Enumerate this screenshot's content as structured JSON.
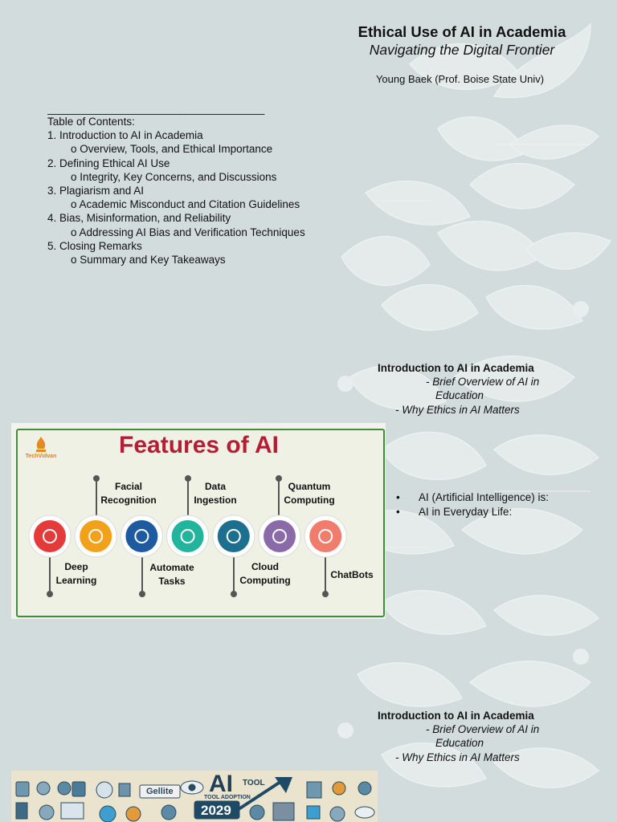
{
  "header": {
    "title": "Ethical Use of AI in Academia",
    "subtitle": "Navigating the Digital Frontier",
    "author": "Young Baek (Prof. Boise State Univ)"
  },
  "toc": {
    "rule": "____________________________________",
    "heading": "Table of Contents:",
    "items": [
      {
        "label": "1.  Introduction to AI in Academia",
        "sub": "o Overview, Tools, and Ethical Importance"
      },
      {
        "label": "2.  Defining Ethical AI Use",
        "sub": "o Integrity, Key Concerns, and Discussions"
      },
      {
        "label": "3.  Plagiarism and AI",
        "sub": "o Academic Misconduct and Citation Guidelines"
      },
      {
        "label": "4.  Bias, Misinformation, and Reliability",
        "sub": "o Addressing AI Bias and Verification Techniques"
      },
      {
        "label": "5. Closing Remarks",
        "sub": "o Summary and Key Takeaways"
      }
    ]
  },
  "intro": {
    "heading": "Introduction to AI in Academia",
    "line1": "- Brief Overview of AI in",
    "line2": "Education",
    "line3": "- Why Ethics in AI Matters"
  },
  "bullets": [
    "AI (Artificial Intelligence) is:",
    "AI in Everyday Life:"
  ],
  "features": {
    "title": "Features of AI",
    "logo_text": "TechVidvan",
    "top_labels": [
      [
        "Facial",
        "Recognition"
      ],
      [
        "Data",
        "Ingestion"
      ],
      [
        "Quantum",
        "Computing"
      ]
    ],
    "bottom_labels": [
      [
        "Deep",
        "Learning"
      ],
      [
        "Automate",
        "Tasks"
      ],
      [
        "Cloud",
        "Computing"
      ],
      [
        "ChatBots",
        ""
      ]
    ],
    "icon_colors": [
      "#e43a3a",
      "#f1a21a",
      "#1e5aa0",
      "#22b49d",
      "#1c6f8e",
      "#8a6aa8",
      "#f07c6b"
    ]
  },
  "ai_banner": {
    "big": "AI",
    "tool": "TOOL",
    "adoption": "TOOL ADOPTION",
    "year": "2029",
    "brand": "Gellite"
  }
}
